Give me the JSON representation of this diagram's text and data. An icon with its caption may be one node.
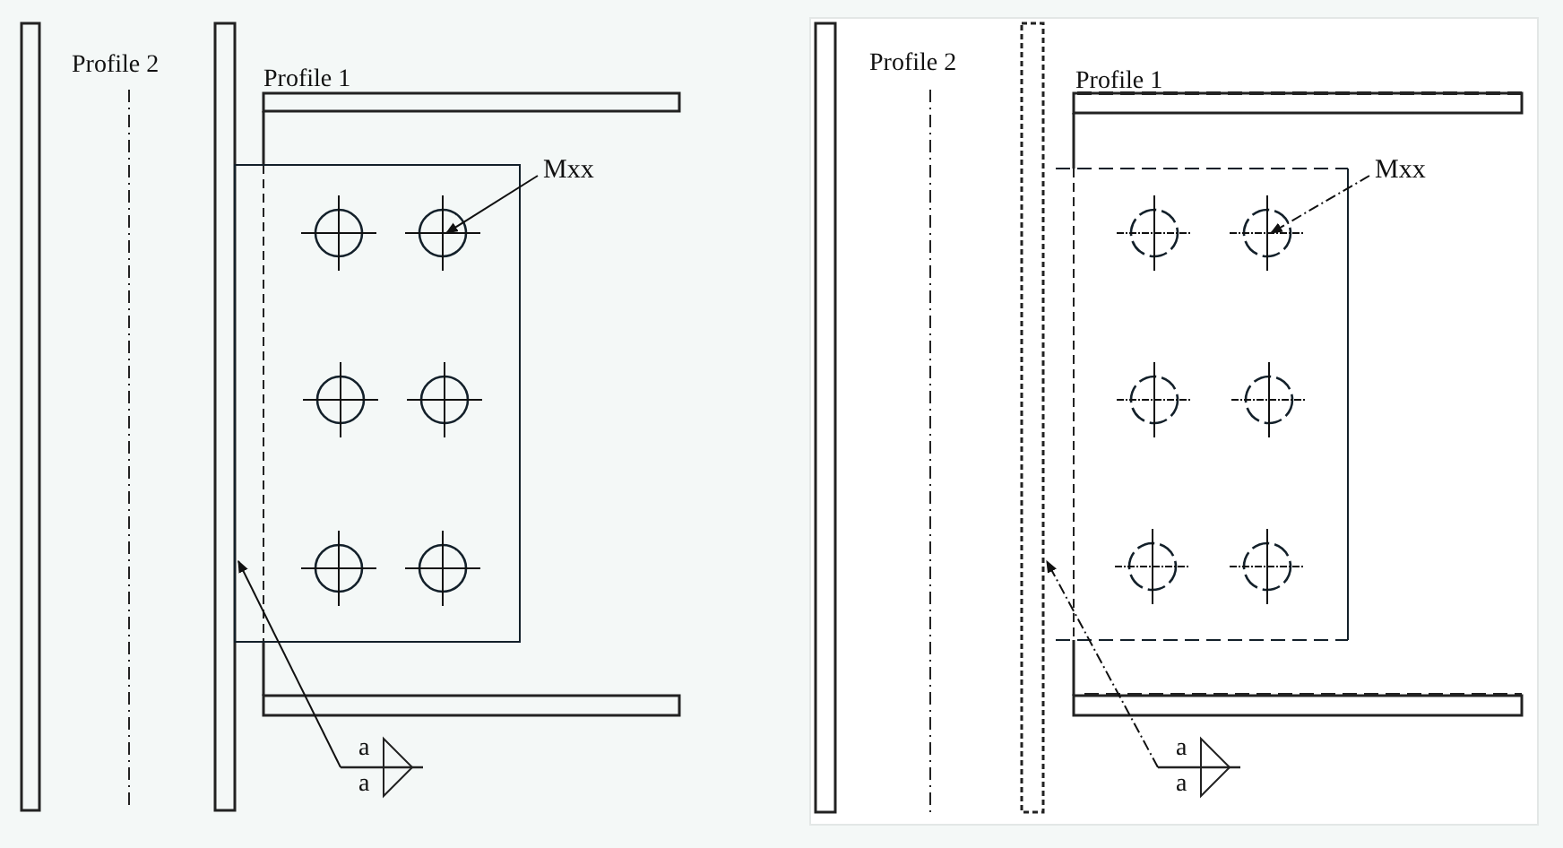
{
  "diagram": {
    "nodes": [
      {
        "text": [
          "Mxx"
        ]
      },
      {
        "text": [
          "a",
          "a"
        ]
      },
      {
        "text": [
          "Mxx"
        ]
      },
      {
        "text": [
          "a",
          "a"
        ]
      }
    ],
    "edges": [
      {
        "from": 0,
        "to": null,
        "arrow": "to"
      },
      {
        "from": 1,
        "to": null,
        "arrow": "to"
      },
      {
        "from": 2,
        "to": null,
        "arrow": "to",
        "style": "dashed"
      },
      {
        "from": 3,
        "to": null,
        "arrow": "to",
        "style": "dashed"
      }
    ],
    "labels": [
      "Profile 2",
      "Profile 1",
      "Profile 2",
      "Profile 1"
    ]
  }
}
